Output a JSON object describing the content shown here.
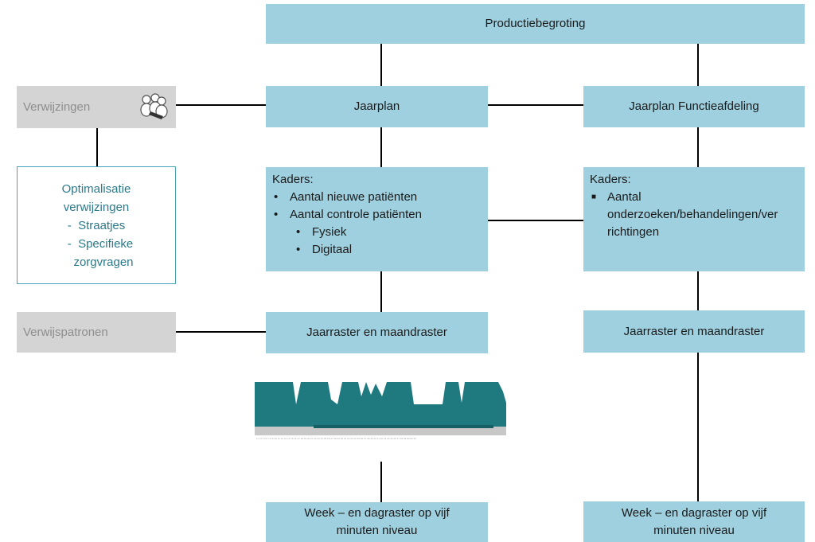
{
  "top": {
    "label": "Productiebegroting"
  },
  "verwijzingen": {
    "label": "Verwijzingen",
    "icon": "people-group-icon"
  },
  "optimalisatie": {
    "title_line1": "Optimalisatie",
    "title_line2": "verwijzingen",
    "items": [
      "Straatjes",
      "Specifieke",
      "zorgvragen"
    ]
  },
  "jaarplan": {
    "label": "Jaarplan"
  },
  "jaarplan_functie": {
    "label": "Jaarplan Functieafdeling"
  },
  "kaders_left": {
    "heading": "Kaders:",
    "items": [
      "Aantal nieuwe patiënten",
      "Aantal controle patiënten"
    ],
    "subitems": [
      "Fysiek",
      "Digitaal"
    ]
  },
  "kaders_right": {
    "heading": "Kaders:",
    "item_lines": [
      "Aantal",
      "onderzoeken/behandelingen/ver",
      "richtingen"
    ]
  },
  "verwijspatronen": {
    "label": "Verwijspatronen"
  },
  "raster_left": {
    "label": "Jaarraster en maandraster"
  },
  "raster_right": {
    "label": "Jaarraster en maandraster"
  },
  "week_left": {
    "line1": "Week – en dagraster op vijf",
    "line2": "minuten niveau"
  },
  "week_right": {
    "line1": "Week – en dagraster op vijf",
    "line2": "minuten niveau"
  },
  "colors": {
    "box": "#9fd0df",
    "grey": "#d4d4d4",
    "teal": "#1f7a80",
    "outline": "#4aa3bb"
  }
}
